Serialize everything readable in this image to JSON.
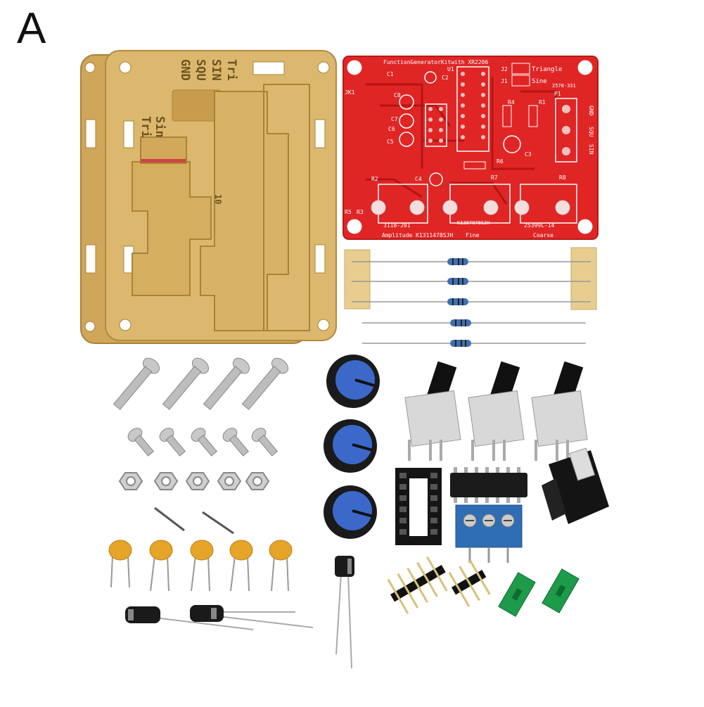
{
  "panel": {
    "label": "A"
  },
  "acrylic": {
    "labels": [
      "GND",
      "SQU",
      "SIN",
      "Tri",
      "Tri",
      "Sin",
      "10"
    ],
    "color": "#d9b56a"
  },
  "pcb": {
    "title": "FunctionGeneratorKitwith XR2206",
    "part_id": "2578-331",
    "pot_labels": [
      "3118-201",
      "K1387078SJH",
      "25399L-14"
    ],
    "bottom_labels": [
      "Amplitude K1311478SJH",
      "Fine",
      "Coarse"
    ],
    "silk": [
      "C1",
      "C2",
      "U1",
      "J2",
      "J1",
      "Triangle",
      "Sine",
      "JK1",
      "C8",
      "C6",
      "C7",
      "C5",
      "R4",
      "R1",
      "P1",
      "C3",
      "R6",
      "R2",
      "C4",
      "R7",
      "R8",
      "R5",
      "R3",
      "GND",
      "SQU",
      "SIN"
    ],
    "color": "#e02525"
  },
  "kit": {
    "resistor_count": 5,
    "screw_count": 4,
    "short_screw_count": 5,
    "nut_count": 5,
    "cap_count": 5,
    "knob_count": 3,
    "pot_count": 3
  }
}
